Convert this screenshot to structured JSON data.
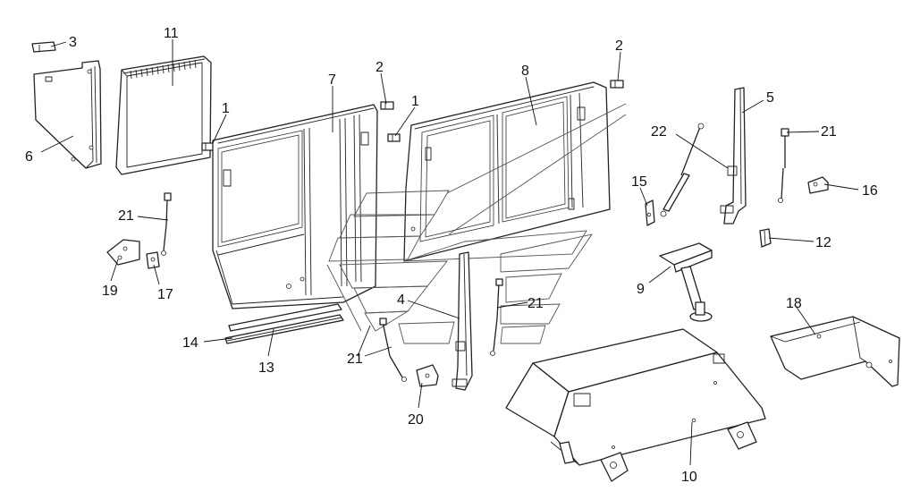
{
  "callouts": [
    {
      "id": "c3",
      "text": "3"
    },
    {
      "id": "c11",
      "text": "11"
    },
    {
      "id": "c6",
      "text": "6"
    },
    {
      "id": "c1a",
      "text": "1"
    },
    {
      "id": "c7",
      "text": "7"
    },
    {
      "id": "c2a",
      "text": "2"
    },
    {
      "id": "c1b",
      "text": "1"
    },
    {
      "id": "c8",
      "text": "8"
    },
    {
      "id": "c2b",
      "text": "2"
    },
    {
      "id": "c5",
      "text": "5"
    },
    {
      "id": "c22",
      "text": "22"
    },
    {
      "id": "c21a",
      "text": "21"
    },
    {
      "id": "c15",
      "text": "15"
    },
    {
      "id": "c16",
      "text": "16"
    },
    {
      "id": "c21b",
      "text": "21"
    },
    {
      "id": "c12",
      "text": "12"
    },
    {
      "id": "c19",
      "text": "19"
    },
    {
      "id": "c17",
      "text": "17"
    },
    {
      "id": "c9",
      "text": "9"
    },
    {
      "id": "c4",
      "text": "4"
    },
    {
      "id": "c21c",
      "text": "21"
    },
    {
      "id": "c18",
      "text": "18"
    },
    {
      "id": "c14",
      "text": "14"
    },
    {
      "id": "c13",
      "text": "13"
    },
    {
      "id": "c21d",
      "text": "21"
    },
    {
      "id": "c20",
      "text": "20"
    },
    {
      "id": "c10",
      "text": "10"
    }
  ]
}
